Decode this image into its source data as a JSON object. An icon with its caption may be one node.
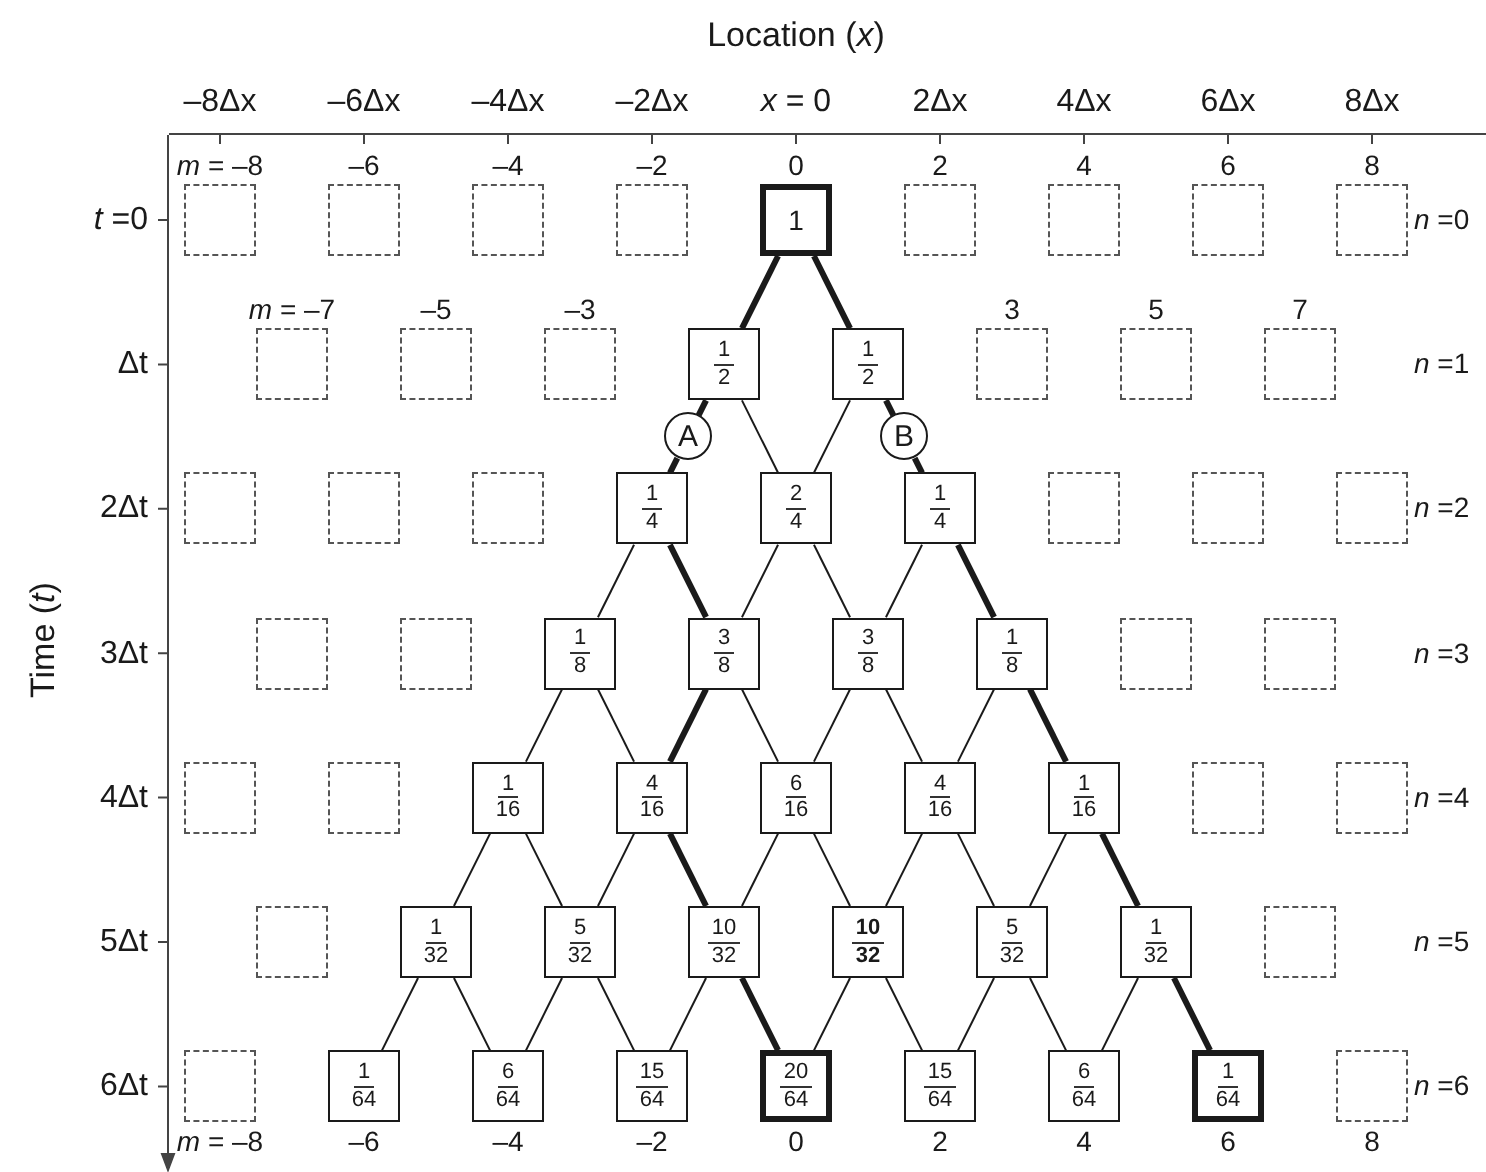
{
  "diagram": {
    "nodes": [
      {
        "text": [],
        "shape": "box",
        "beside": [
          "*m* = –8"
        ]
      },
      {
        "text": [],
        "shape": "box",
        "beside": [
          "–6"
        ]
      },
      {
        "text": [],
        "shape": "box",
        "beside": [
          "–4"
        ]
      },
      {
        "text": [],
        "shape": "box",
        "beside": [
          "–2"
        ]
      },
      {
        "text": [
          "1"
        ],
        "beside": [
          "0"
        ]
      },
      {
        "text": [],
        "shape": "box",
        "beside": [
          "2"
        ]
      },
      {
        "text": [],
        "shape": "box",
        "beside": [
          "4"
        ]
      },
      {
        "text": [],
        "shape": "box",
        "beside": [
          "6"
        ]
      },
      {
        "text": [],
        "shape": "box",
        "beside": [
          "8"
        ]
      },
      {
        "text": [],
        "shape": "box",
        "beside": [
          "*m* = –7"
        ]
      },
      {
        "text": [],
        "shape": "box",
        "beside": [
          "–5"
        ]
      },
      {
        "text": [],
        "shape": "box",
        "beside": [
          "–3"
        ]
      },
      {
        "text": [
          "1",
          "2"
        ]
      },
      {
        "text": [
          "1",
          "2"
        ]
      },
      {
        "text": [],
        "shape": "box",
        "beside": [
          "3"
        ]
      },
      {
        "text": [],
        "shape": "box",
        "beside": [
          "5"
        ]
      },
      {
        "text": [],
        "shape": "box",
        "beside": [
          "7"
        ]
      },
      {
        "text": [
          "A"
        ]
      },
      {
        "text": [
          "B"
        ]
      },
      {
        "text": [],
        "shape": "box"
      },
      {
        "text": [],
        "shape": "box"
      },
      {
        "text": [],
        "shape": "box"
      },
      {
        "text": [
          "1",
          "4"
        ]
      },
      {
        "text": [
          "2",
          "4"
        ]
      },
      {
        "text": [
          "1",
          "4"
        ]
      },
      {
        "text": [],
        "shape": "box"
      },
      {
        "text": [],
        "shape": "box"
      },
      {
        "text": [],
        "shape": "box"
      },
      {
        "text": [],
        "shape": "box"
      },
      {
        "text": [],
        "shape": "box"
      },
      {
        "text": [
          "1",
          "8"
        ]
      },
      {
        "text": [
          "3",
          "8"
        ]
      },
      {
        "text": [
          "3",
          "8"
        ]
      },
      {
        "text": [
          "1",
          "8"
        ]
      },
      {
        "text": [],
        "shape": "box"
      },
      {
        "text": [],
        "shape": "box"
      },
      {
        "text": [],
        "shape": "box"
      },
      {
        "text": [],
        "shape": "box"
      },
      {
        "text": [
          "1",
          "16"
        ]
      },
      {
        "text": [
          "4",
          "16"
        ]
      },
      {
        "text": [
          "6",
          "16"
        ]
      },
      {
        "text": [
          "4",
          "16"
        ]
      },
      {
        "text": [
          "1",
          "16"
        ]
      },
      {
        "text": [],
        "shape": "box"
      },
      {
        "text": [],
        "shape": "box"
      },
      {
        "text": [],
        "shape": "box"
      },
      {
        "text": [
          "1",
          "32"
        ]
      },
      {
        "text": [
          "5",
          "32"
        ]
      },
      {
        "text": [
          "10",
          "32"
        ]
      },
      {
        "text": [
          "10",
          "32"
        ]
      },
      {
        "text": [
          "5",
          "32"
        ]
      },
      {
        "text": [
          "1",
          "32"
        ]
      },
      {
        "text": [],
        "shape": "box"
      },
      {
        "text": [],
        "shape": "box",
        "beside": [
          "*m* = –8"
        ]
      },
      {
        "text": [
          "1",
          "64"
        ],
        "beside": [
          "–6"
        ]
      },
      {
        "text": [
          "6",
          "64"
        ],
        "beside": [
          "–4"
        ]
      },
      {
        "text": [
          "15",
          "64"
        ],
        "beside": [
          "–2"
        ]
      },
      {
        "text": [
          "20",
          "64"
        ],
        "beside": [
          "0"
        ]
      },
      {
        "text": [
          "15",
          "64"
        ],
        "beside": [
          "2"
        ]
      },
      {
        "text": [
          "6",
          "64"
        ],
        "beside": [
          "4"
        ]
      },
      {
        "text": [
          "1",
          "64"
        ],
        "beside": [
          "6"
        ]
      },
      {
        "text": [],
        "shape": "box",
        "beside": [
          "8"
        ]
      }
    ],
    "edges": [
      {
        "from": 4,
        "to": 12,
        "arrow": "none",
        "style": "thick"
      },
      {
        "from": 4,
        "to": 13,
        "arrow": "none",
        "style": "thick"
      },
      {
        "from": 12,
        "to": 17,
        "arrow": "none",
        "style": "thick"
      },
      {
        "from": 17,
        "to": 22,
        "arrow": "none",
        "style": "thick"
      },
      {
        "from": 12,
        "to": 23,
        "arrow": "none"
      },
      {
        "from": 13,
        "to": 23,
        "arrow": "none"
      },
      {
        "from": 13,
        "to": 18,
        "arrow": "none",
        "style": "thick"
      },
      {
        "from": 18,
        "to": 24,
        "arrow": "none",
        "style": "thick"
      },
      {
        "from": 22,
        "to": 30,
        "arrow": "none"
      },
      {
        "from": 22,
        "to": 31,
        "arrow": "none",
        "style": "thick"
      },
      {
        "from": 23,
        "to": 31,
        "arrow": "none"
      },
      {
        "from": 23,
        "to": 32,
        "arrow": "none"
      },
      {
        "from": 24,
        "to": 32,
        "arrow": "none"
      },
      {
        "from": 24,
        "to": 33,
        "arrow": "none",
        "style": "thick"
      },
      {
        "from": 30,
        "to": 38,
        "arrow": "none"
      },
      {
        "from": 30,
        "to": 39,
        "arrow": "none"
      },
      {
        "from": 31,
        "to": 39,
        "arrow": "none",
        "style": "thick"
      },
      {
        "from": 31,
        "to": 40,
        "arrow": "none"
      },
      {
        "from": 32,
        "to": 40,
        "arrow": "none"
      },
      {
        "from": 32,
        "to": 41,
        "arrow": "none"
      },
      {
        "from": 33,
        "to": 41,
        "arrow": "none"
      },
      {
        "from": 33,
        "to": 42,
        "arrow": "none",
        "style": "thick"
      },
      {
        "from": 38,
        "to": 46,
        "arrow": "none"
      },
      {
        "from": 38,
        "to": 47,
        "arrow": "none"
      },
      {
        "from": 39,
        "to": 47,
        "arrow": "none"
      },
      {
        "from": 39,
        "to": 48,
        "arrow": "none",
        "style": "thick"
      },
      {
        "from": 40,
        "to": 48,
        "arrow": "none"
      },
      {
        "from": 40,
        "to": 49,
        "arrow": "none"
      },
      {
        "from": 41,
        "to": 49,
        "arrow": "none"
      },
      {
        "from": 41,
        "to": 50,
        "arrow": "none"
      },
      {
        "from": 42,
        "to": 50,
        "arrow": "none"
      },
      {
        "from": 42,
        "to": 51,
        "arrow": "none",
        "style": "thick"
      },
      {
        "from": 46,
        "to": 54,
        "arrow": "none"
      },
      {
        "from": 46,
        "to": 55,
        "arrow": "none"
      },
      {
        "from": 47,
        "to": 55,
        "arrow": "none"
      },
      {
        "from": 47,
        "to": 56,
        "arrow": "none"
      },
      {
        "from": 48,
        "to": 56,
        "arrow": "none"
      },
      {
        "from": 48,
        "to": 57,
        "arrow": "none",
        "style": "thick"
      },
      {
        "from": 49,
        "to": 57,
        "arrow": "none"
      },
      {
        "from": 49,
        "to": 58,
        "arrow": "none"
      },
      {
        "from": 50,
        "to": 58,
        "arrow": "none"
      },
      {
        "from": 50,
        "to": 59,
        "arrow": "none"
      },
      {
        "from": 51,
        "to": 59,
        "arrow": "none"
      },
      {
        "from": 51,
        "to": 60,
        "arrow": "none",
        "style": "thick"
      }
    ],
    "labels": [
      "Location (*x*)",
      "–8Δx",
      "–6Δx",
      "–4Δx",
      "–2Δx",
      "*x* = 0",
      "2Δx",
      "4Δx",
      "6Δx",
      "8Δx",
      "*t* =0",
      "Δt",
      "2Δt",
      "3Δt",
      "4Δt",
      "5Δt",
      "6Δt",
      "*n* =0",
      "*n* =1",
      "*n* =2",
      "*n* =3",
      "*n* =4",
      "*n* =5",
      "*n* =6",
      "Time (*t*)"
    ]
  }
}
